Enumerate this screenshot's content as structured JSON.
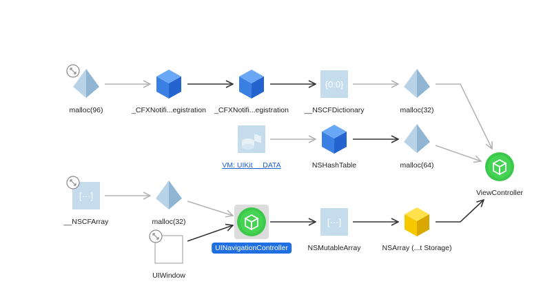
{
  "colors": {
    "edge_dark": "#333333",
    "edge_light": "#b3b3b3",
    "cube_blue": "#3b82e6",
    "cube_yellow": "#f5c800",
    "pyramid": "#aac8de",
    "container": "#b9d4e8",
    "viewcontroller_green": "#3cc84a",
    "selection": "#1f6fe0"
  },
  "nodes": {
    "malloc96": {
      "label": "malloc(96)",
      "icon": "pyramid-icon",
      "badge": "expand-icon"
    },
    "cfx1": {
      "label": "_CFXNotifi...egistration",
      "icon": "blue-cube-icon"
    },
    "cfx2": {
      "label": "_CFXNotifi...egistration",
      "icon": "blue-cube-icon"
    },
    "nscfdict": {
      "label": "__NSCFDictionary",
      "icon": "dictionary-icon",
      "glyph": "{0:0}"
    },
    "malloc32a": {
      "label": "malloc(32)",
      "icon": "pyramid-icon"
    },
    "vm": {
      "label": "VM: UIKit __DATA",
      "icon": "vm-region-icon"
    },
    "hashtable": {
      "label": "NSHashTable",
      "icon": "blue-cube-icon"
    },
    "malloc64": {
      "label": "malloc(64)",
      "icon": "pyramid-icon"
    },
    "viewcontroller": {
      "label": "ViewController",
      "icon": "green-cube-icon"
    },
    "nscfarray": {
      "label": "__NSCFArray",
      "icon": "array-icon",
      "glyph": "[···]",
      "badge": "expand-icon"
    },
    "malloc32b": {
      "label": "malloc(32)",
      "icon": "pyramid-icon"
    },
    "navcontroller": {
      "label": "UINavigationController",
      "icon": "green-cube-icon",
      "selected": true
    },
    "mutablearray": {
      "label": "NSMutableArray",
      "icon": "array-icon",
      "glyph": "[···]"
    },
    "nsarray": {
      "label": "NSArray (...t Storage)",
      "icon": "yellow-cube-icon"
    },
    "uiwindow": {
      "label": "UIWindow",
      "icon": "empty-box-icon",
      "badge": "expand-icon"
    }
  }
}
